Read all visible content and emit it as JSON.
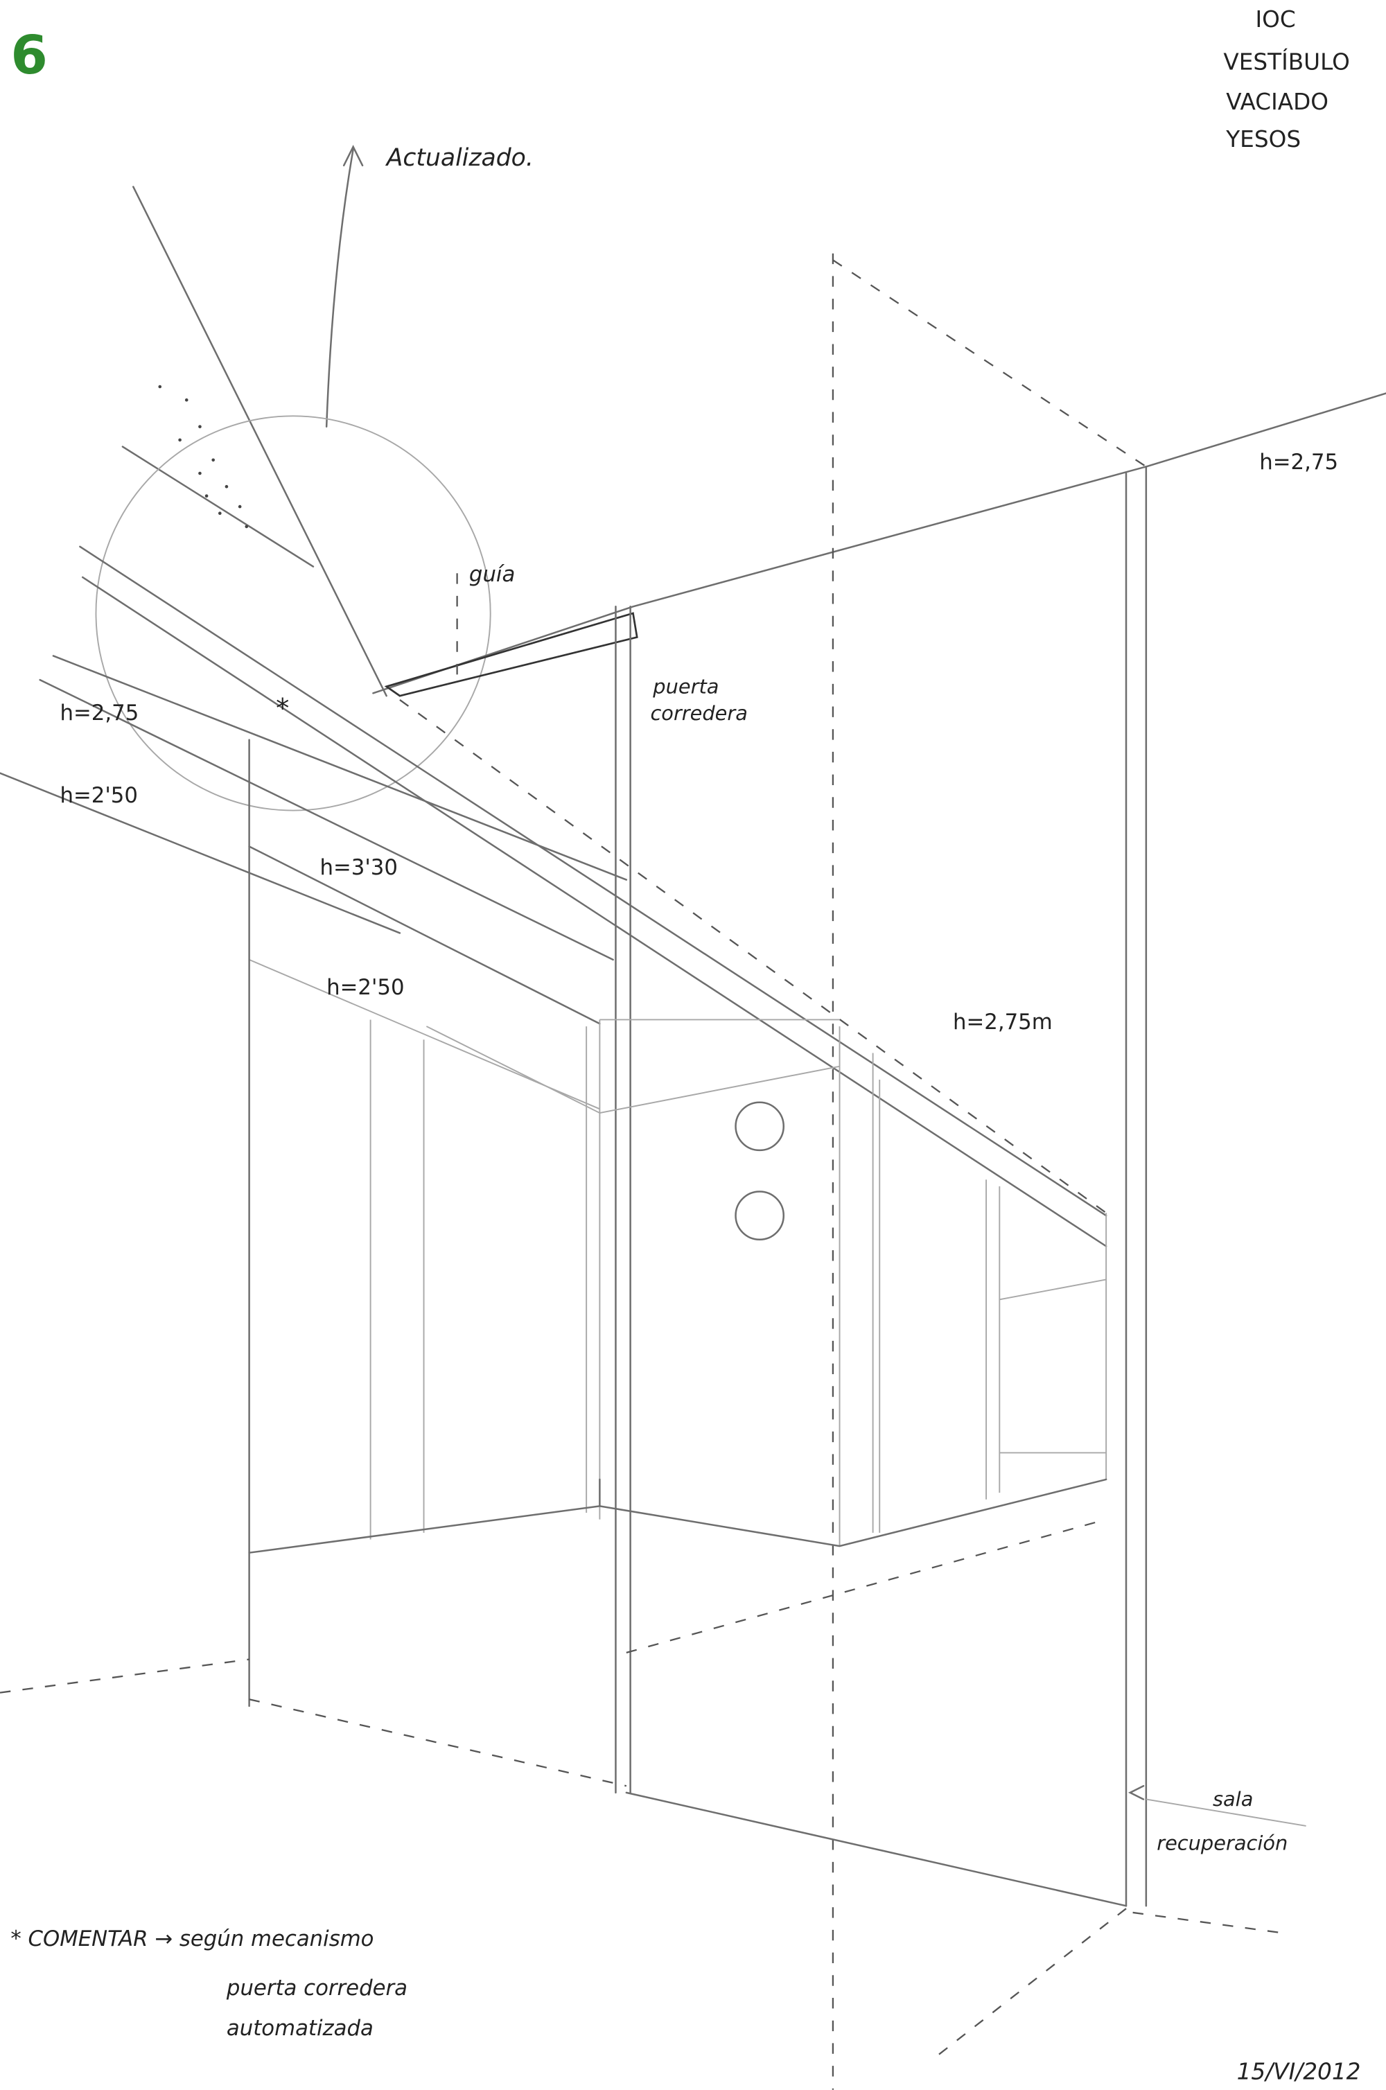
{
  "sheet_number": "6",
  "title_block": [
    "IOC",
    "VESTÍBULO",
    "VACIADO",
    "YESOS"
  ],
  "annotations": {
    "actualizado": "Actualizado.",
    "guia": "guía",
    "puerta_corredera": [
      "puerta",
      "corredera"
    ],
    "h_275_right": "h=2,75",
    "h_275_left": "h=2,75",
    "h_250_left": "h=2'50",
    "h_330": "h=3'30",
    "h_250_inner": "h=2'50",
    "h_275m": "h=2,75m",
    "sala_recuperacion": [
      "sala",
      "recuperación"
    ],
    "asterisk": "*"
  },
  "note": {
    "lines": [
      "* COMENTAR → según mecanismo",
      "puerta corredera",
      "automatizada"
    ]
  },
  "date": "15/VI/2012",
  "colors": {
    "sheet_number": "#2e8b2e",
    "pencil": "#6e6e6e"
  }
}
